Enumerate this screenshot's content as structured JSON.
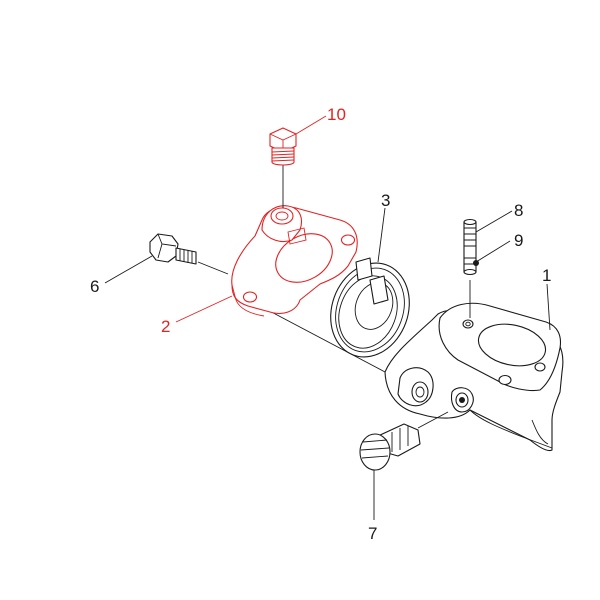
{
  "colors": {
    "highlight": "#e32222",
    "line": "#1a1a1a",
    "background": "#ffffff"
  },
  "labels": {
    "part_1": "1",
    "part_2": "2",
    "part_3": "3",
    "part_6": "6",
    "part_7": "7",
    "part_8": "8",
    "part_9": "9",
    "part_10": "10"
  },
  "highlighted_parts": [
    "2",
    "10"
  ]
}
